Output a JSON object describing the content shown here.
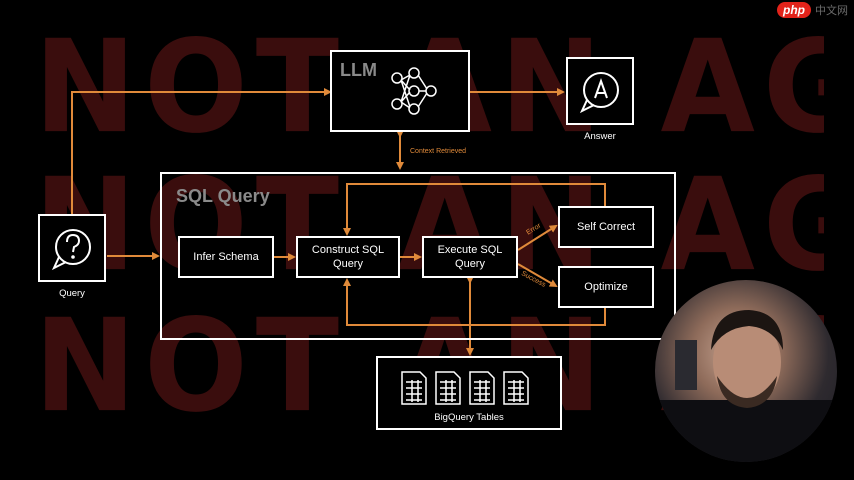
{
  "background_words": [
    "NOT AN AGENT",
    "NOT AN AGENT",
    "NOT AN AGENT"
  ],
  "llm": {
    "title": "LLM"
  },
  "answer": {
    "caption": "Answer"
  },
  "query": {
    "caption": "Query"
  },
  "context_label": "Context Retrieved",
  "sql_panel": {
    "title": "SQL Query"
  },
  "steps": {
    "infer_schema": "Infer Schema",
    "construct_sql": "Construct SQL\nQuery",
    "execute_sql": "Execute SQL\nQuery",
    "self_correct": "Self Correct",
    "optimize": "Optimize"
  },
  "edge_labels": {
    "error": "Error",
    "success": "Success"
  },
  "bigquery": {
    "caption": "BigQuery Tables"
  },
  "watermark": {
    "logo": "php",
    "text": "中文网"
  },
  "colors": {
    "arrow": "#e08a3a",
    "background_text": "#3a0d0d",
    "box_border": "#ffffff"
  }
}
